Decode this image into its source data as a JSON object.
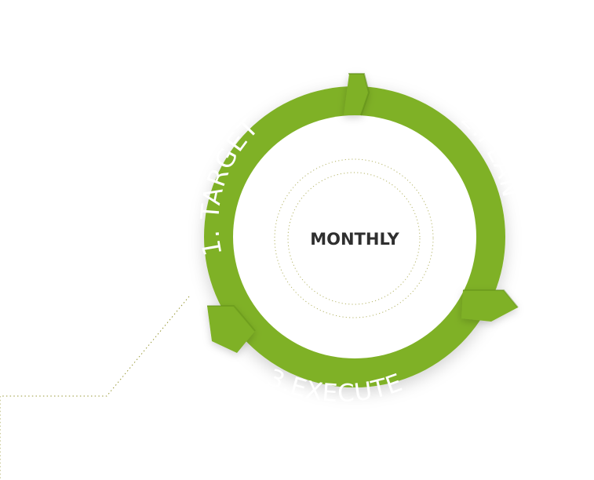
{
  "diagram": {
    "center_label": "MONTHLY",
    "steps": [
      {
        "label": "1. TARGET"
      },
      {
        "label": "2.PLAN"
      },
      {
        "label": "3.EXECUTE"
      }
    ],
    "colors": {
      "ring_green": "#7fb126",
      "ring_green_dark": "#5f8d17",
      "text_white": "#ffffff",
      "center_text": "#2f2f2f",
      "dotted_olive": "#9a9a3a"
    }
  }
}
